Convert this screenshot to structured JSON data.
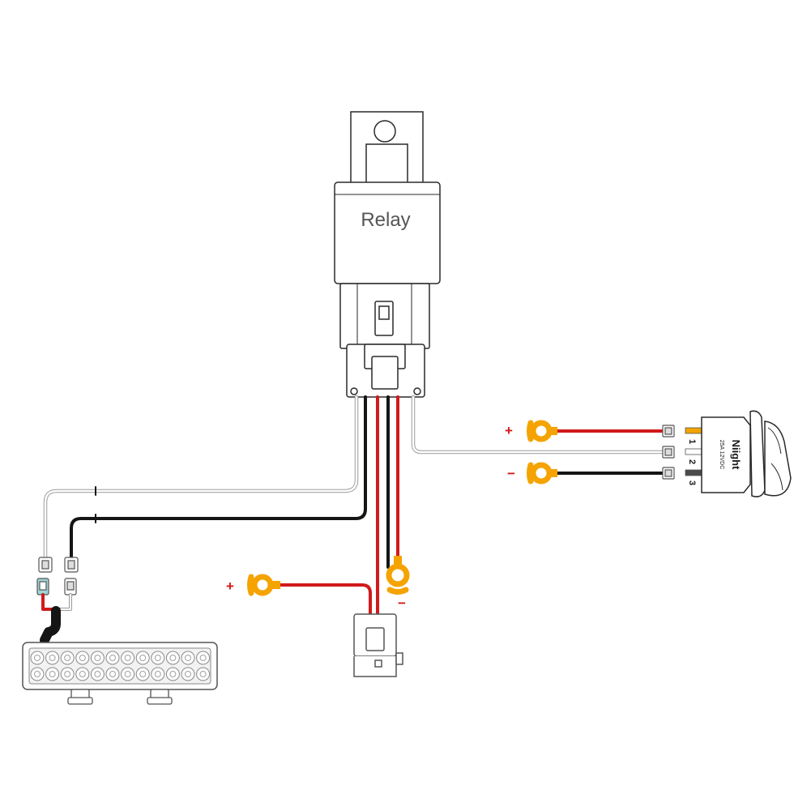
{
  "relay": {
    "label": "Relay"
  },
  "switch": {
    "brand": "Niight",
    "rating": "25A 12VDC",
    "pins": [
      "1",
      "2",
      "3"
    ]
  },
  "polarity": {
    "switch_positive": "+",
    "switch_negative": "−",
    "battery_positive": "+",
    "battery_negative": "−"
  },
  "colors": {
    "red_wire": "#d11a1a",
    "black_wire": "#151515",
    "white_wire": "#bdbdbd",
    "ring_terminal": "#f5a300",
    "connector_blue": "#9fd4d6",
    "outline": "#2a2a2a"
  }
}
